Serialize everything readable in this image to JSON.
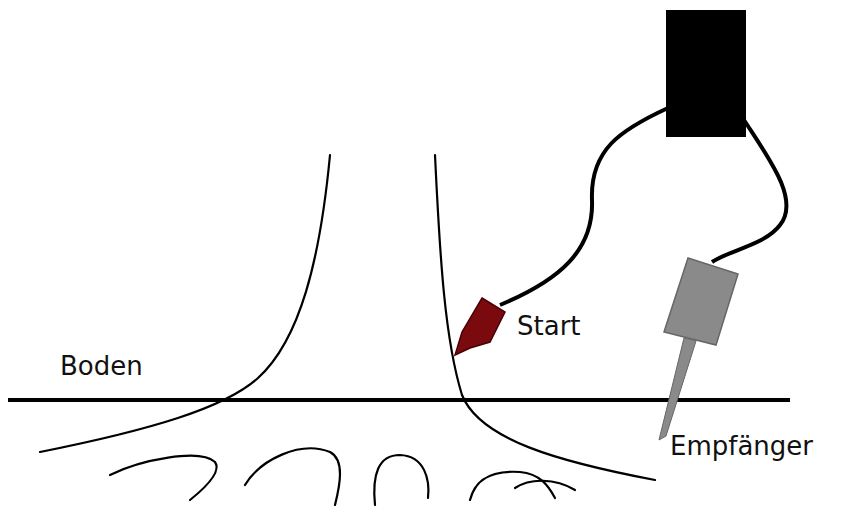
{
  "diagram": {
    "labels": [
      "Boden",
      "Start",
      "Empfänger"
    ]
  }
}
